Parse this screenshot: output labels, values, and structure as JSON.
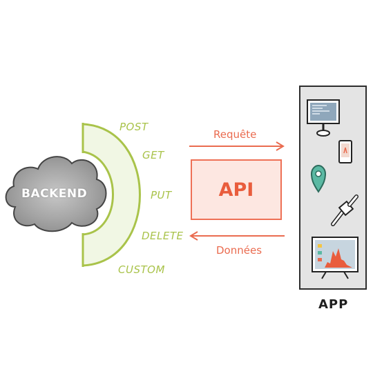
{
  "backend": {
    "label": "BACKEND"
  },
  "methods": [
    {
      "label": "POST"
    },
    {
      "label": "GET"
    },
    {
      "label": "PUT"
    },
    {
      "label": "DELETE"
    },
    {
      "label": "CUSTOM"
    }
  ],
  "api": {
    "label": "API"
  },
  "flows": {
    "request_label": "Requête",
    "response_label": "Données"
  },
  "app": {
    "label": "APP"
  },
  "devices": [
    {
      "icon": "desktop-monitor-icon"
    },
    {
      "icon": "smartphone-icon"
    },
    {
      "icon": "map-pin-icon"
    },
    {
      "icon": "smartwatch-icon"
    },
    {
      "icon": "tv-chart-icon"
    }
  ],
  "colors": {
    "method_green": "#a9c34a",
    "api_orange": "#ee7055",
    "api_fill": "#fde7e1",
    "panel_gray": "#e4e4e4",
    "cloud_gray": "#9a9a9a",
    "pin_teal": "#5bb9a3"
  }
}
